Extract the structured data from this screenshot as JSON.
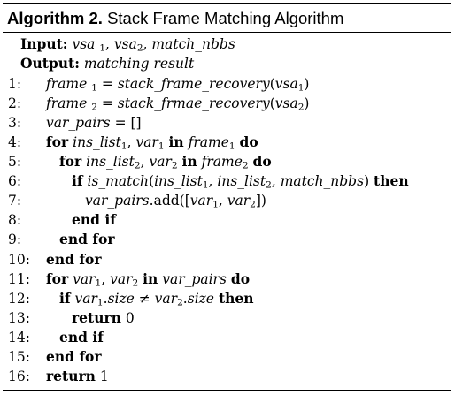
{
  "algorithm": {
    "label": "Algorithm 2.",
    "title": "Stack Frame Matching Algorithm"
  },
  "header": {
    "input_kw": "Input:",
    "output_kw": "Output:",
    "output_text": "matching result"
  },
  "keywords": {
    "for": "for",
    "in": "in",
    "do": "do",
    "if": "if",
    "then": "then",
    "end_if": "end if",
    "end_for": "end for",
    "return": "return"
  },
  "lines": [
    {
      "num": "1:"
    },
    {
      "num": "2:"
    },
    {
      "num": "3:"
    },
    {
      "num": "4:"
    },
    {
      "num": "5:"
    },
    {
      "num": "6:"
    },
    {
      "num": "7:"
    },
    {
      "num": "8:"
    },
    {
      "num": "9:"
    },
    {
      "num": "10:"
    },
    {
      "num": "11:"
    },
    {
      "num": "12:"
    },
    {
      "num": "13:"
    },
    {
      "num": "14:"
    },
    {
      "num": "15:"
    },
    {
      "num": "16:"
    }
  ],
  "values": {
    "return0": "0",
    "return1": "1"
  }
}
